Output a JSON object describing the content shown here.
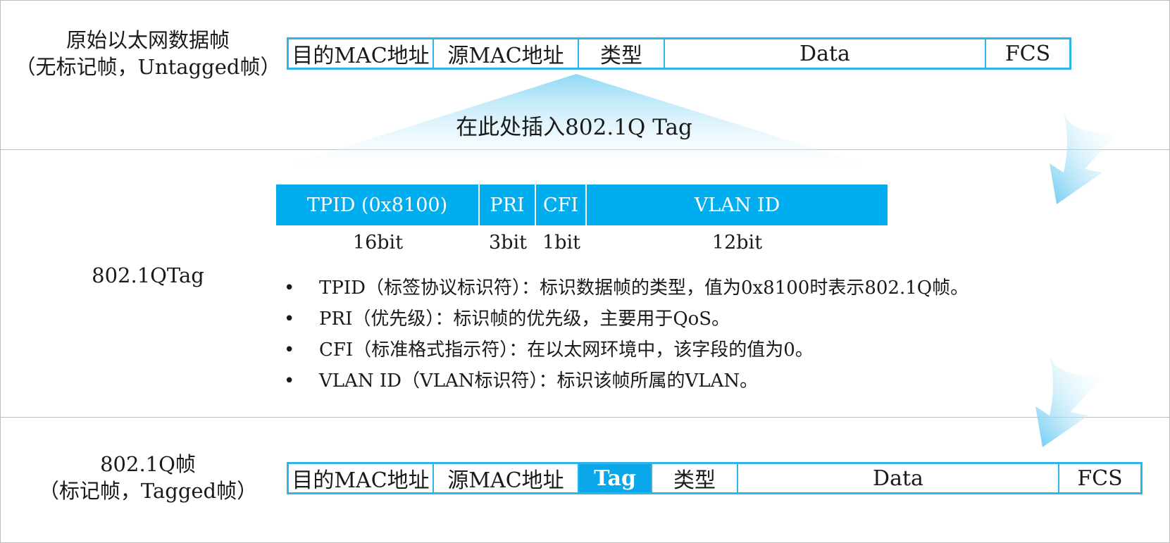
{
  "untagged": {
    "label_line1": "原始以太网数据帧",
    "label_line2": "（无标记帧，Untagged帧）",
    "fields": [
      "目的MAC地址",
      "源MAC地址",
      "类型",
      "Data",
      "FCS"
    ]
  },
  "insert_note": "在此处插入802.1Q Tag",
  "tag": {
    "label": "802.1QTag",
    "fields": [
      {
        "name": "TPID (0x8100)",
        "bits": "16bit"
      },
      {
        "name": "PRI",
        "bits": "3bit"
      },
      {
        "name": "CFI",
        "bits": "1bit"
      },
      {
        "name": "VLAN ID",
        "bits": "12bit"
      }
    ],
    "bullet_marker": "•",
    "bullets": [
      "TPID（标签协议标识符）：标识数据帧的类型，值为0x8100时表示802.1Q帧。",
      "PRI（优先级）：标识帧的优先级，主要用于QoS。",
      "CFI（标准格式指示符）：在以太网环境中，该字段的值为0。",
      "VLAN ID（VLAN标识符）：标识该帧所属的VLAN。"
    ]
  },
  "tagged": {
    "label_line1": "802.1Q帧",
    "label_line2": "（标记帧，Tagged帧）",
    "fields": [
      "目的MAC地址",
      "源MAC地址",
      "Tag",
      "类型",
      "Data",
      "FCS"
    ]
  },
  "colors": {
    "accent": "#00aeef",
    "border": "#2eb3ea",
    "divider": "#bdbdbd"
  }
}
